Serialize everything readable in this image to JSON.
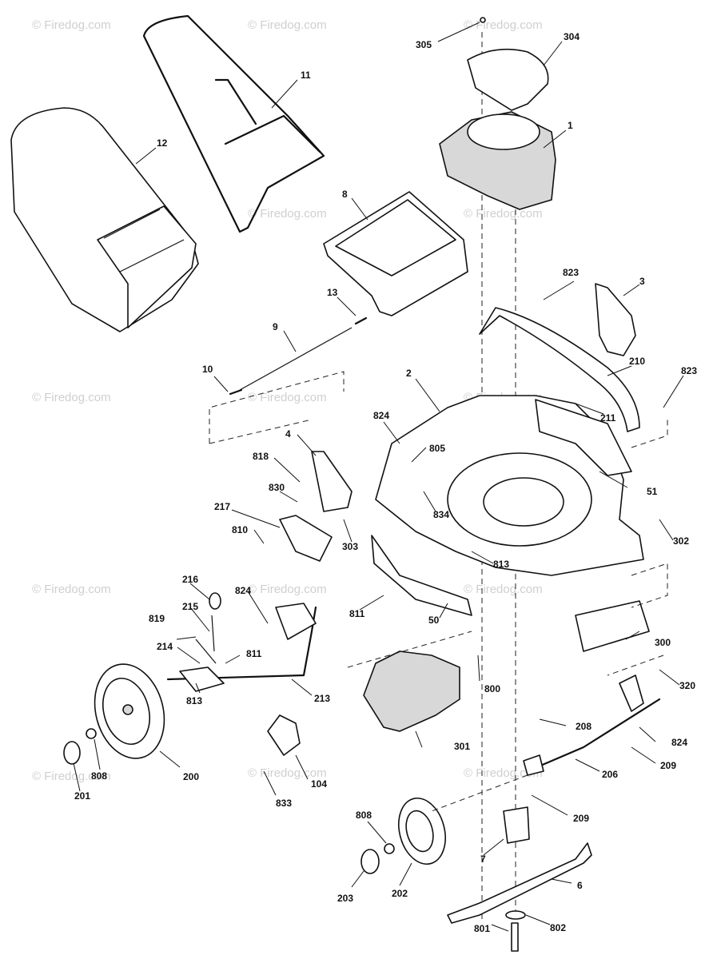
{
  "watermark": "© Firedog.com",
  "labels": {
    "l305": "305",
    "l304": "304",
    "l1": "1",
    "l11": "11",
    "l12": "12",
    "l8": "8",
    "l823a": "823",
    "l3": "3",
    "l13": "13",
    "l9": "9",
    "l210": "210",
    "l10": "10",
    "l2": "2",
    "l823b": "823",
    "l211": "211",
    "l824a": "824",
    "l805": "805",
    "l4": "4",
    "l818": "818",
    "l51": "51",
    "l830": "830",
    "l217": "217",
    "l834": "834",
    "l810": "810",
    "l303": "303",
    "l302": "302",
    "l813a": "813",
    "l216": "216",
    "l824b": "824",
    "l215": "215",
    "l819": "819",
    "l811a": "811",
    "l811b": "811",
    "l214": "214",
    "l50": "50",
    "l300": "300",
    "l813b": "813",
    "l213": "213",
    "l800": "800",
    "l320": "320",
    "l208": "208",
    "l824c": "824",
    "l301": "301",
    "l104": "104",
    "l206": "206",
    "l209a": "209",
    "l200": "200",
    "l808a": "808",
    "l201": "201",
    "l833": "833",
    "l808b": "808",
    "l209b": "209",
    "l7": "7",
    "l203": "203",
    "l202": "202",
    "l6": "6",
    "l801": "801",
    "l802": "802"
  }
}
